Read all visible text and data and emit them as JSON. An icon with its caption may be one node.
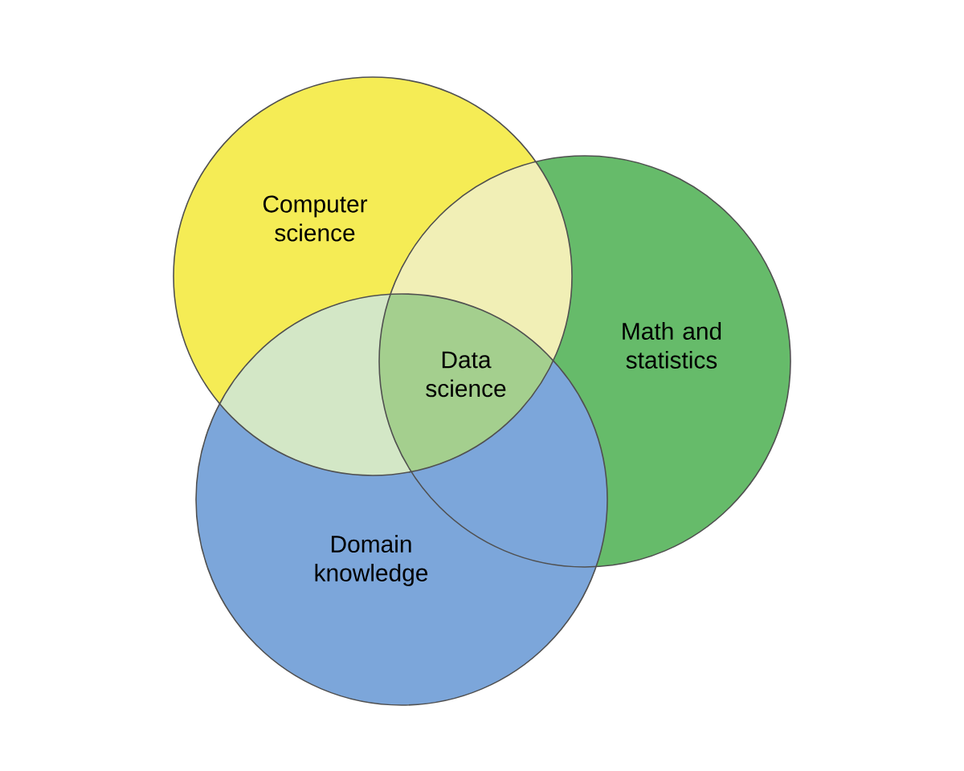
{
  "diagram": {
    "nodes": [
      {
        "text": [
          "Computer science"
        ]
      },
      {
        "text": [
          "Math and statistics"
        ]
      },
      {
        "text": [
          "Domain knowledge"
        ]
      }
    ],
    "labels": [
      "Data science"
    ]
  }
}
